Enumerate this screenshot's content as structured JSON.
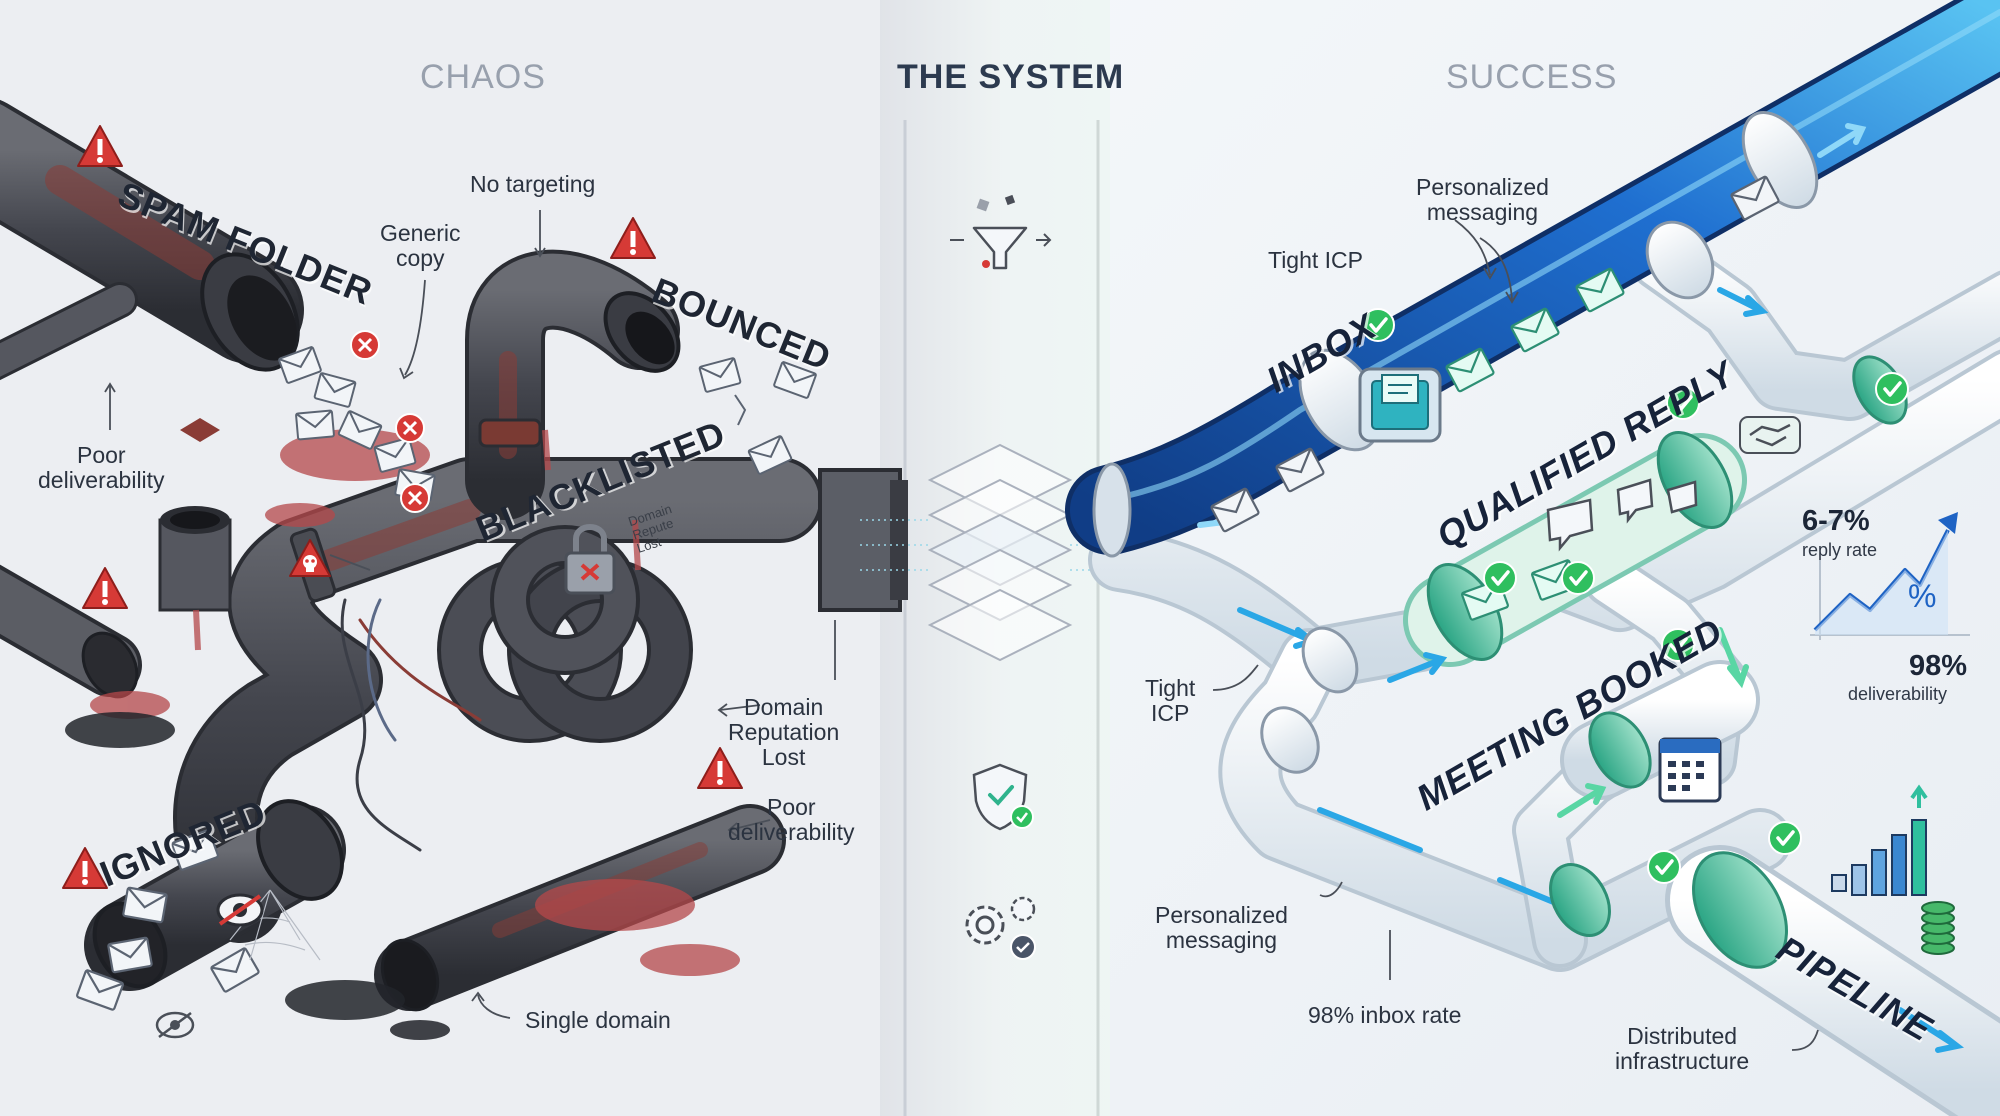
{
  "headers": {
    "chaos": "CHAOS",
    "system": "THE SYSTEM",
    "success": "SUCCESS"
  },
  "chaos": {
    "spam_folder": "SPAM FOLDER",
    "bounced": "BOUNCED",
    "blacklisted": "BLACKLISTED",
    "ignored": "IGNORED",
    "no_targeting": "No targeting",
    "generic_copy": "Generic\ncopy",
    "poor_deliverability_1": "Poor\ndeliverability",
    "domain_reputation_lost": "Domain\nReputation\nLost",
    "poor_deliverability_2": "Poor\ndeliverability",
    "single_domain": "Single domain",
    "lock_tag": "Domain\nRepute\nLost"
  },
  "success": {
    "inbox": "INBOX",
    "qualified_reply": "QUALIFIED REPLY",
    "meeting_booked": "MEETING BOOKED",
    "pipeline": "PIPELINE",
    "personalized_messaging_1": "Personalized\nmessaging",
    "tight_icp_1": "Tight ICP",
    "tight_icp_2": "Tight\nICP",
    "personalized_messaging_2": "Personalized\nmessaging",
    "inbox_rate": "98% inbox rate",
    "distributed_infrastructure": "Distributed\ninfrastructure",
    "reply_rate_value": "6-7%",
    "reply_rate_label": "reply rate",
    "deliverability_value": "98%",
    "deliverability_label": "deliverability",
    "percent_symbol": "%"
  },
  "icons": [
    "warning-icon",
    "error-x-icon",
    "padlock-icon",
    "skull-icon",
    "eye-off-icon",
    "envelope-icon",
    "funnel-icon",
    "layers-icon",
    "shield-check-icon",
    "gear-check-icon",
    "check-icon",
    "handshake-icon",
    "chat-icon",
    "calendar-icon",
    "bar-chart-icon",
    "coins-icon",
    "trend-arrow-icon"
  ],
  "colors": {
    "rust_pipe": "#4a4d55",
    "rust_stain": "#8a3c36",
    "clean_pipe": "#eef3f7",
    "flow_blue": "#1e63c4",
    "teal_accent": "#2fb38d",
    "check_green": "#2fbf5f",
    "warning_red": "#d63a36"
  }
}
